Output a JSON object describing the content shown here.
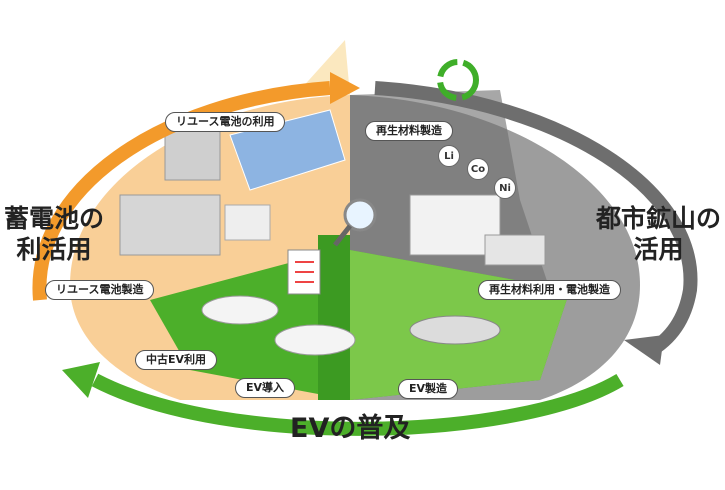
{
  "labels": {
    "reuse_battery_use": "リユース電池の利用",
    "recycled_material_mfg": "再生材料製造",
    "storage_battery_use": [
      "蓄電池の",
      "利活用"
    ],
    "urban_mine_use": [
      "都市鉱山の",
      "活用"
    ],
    "reuse_battery_mfg": "リユース電池製造",
    "recycled_material_battery_mfg": "再生材料利用・電池製造",
    "used_ev_use": "中古EV利用",
    "ev_introduction": "EV導入",
    "ev_manufacturing": "EV製造",
    "ev_adoption": "EVの普及"
  },
  "elements": [
    "Li",
    "Co",
    "Ni"
  ],
  "colors": {
    "orange": "#f39a2b",
    "gray": "#6e6e6e",
    "green": "#4caf2a",
    "light_orange": "#f9cf97",
    "light_gray": "#bdbdbd"
  },
  "icons": [
    "recycle-icon",
    "magnifier-icon",
    "checklist-icon"
  ]
}
